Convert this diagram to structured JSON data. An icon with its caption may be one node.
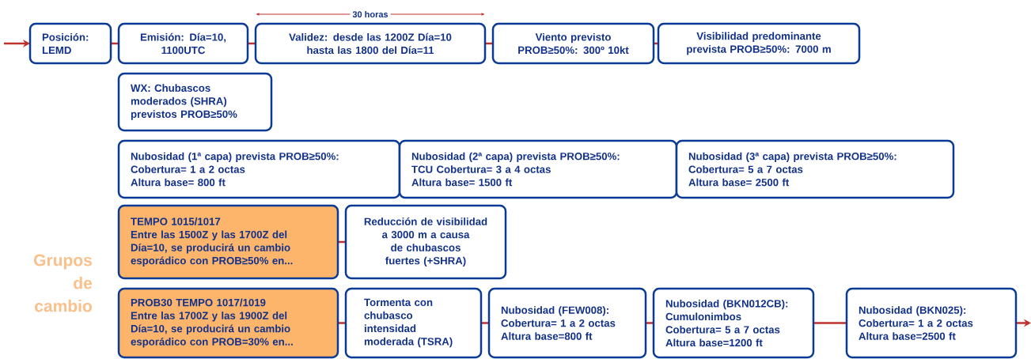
{
  "diagram": {
    "nodes": [
      {
        "text": [
          "Posición: LEMD"
        ]
      },
      {
        "text": [
          "Emisión: Día=10, 1100UTC"
        ]
      },
      {
        "text": [
          "Validez: desde las 1200Z Día=10 hasta las 1800 del Día=11"
        ]
      },
      {
        "text": [
          "Viento previsto PROB≥50%: 300º 10kt"
        ]
      },
      {
        "text": [
          "Visibilidad predominante prevista PROB≥50%: 7000 m"
        ]
      },
      {
        "text": [
          "WX: Chubascos moderados (SHRA) previstos PROB≥50%"
        ]
      },
      {
        "text": [
          "Nubosidad (1ª capa) prevista PROB≥50%:",
          "Cobertura= 1 a 2 octas",
          "Altura base= 800 ft"
        ]
      },
      {
        "text": [
          "Nubosidad (2ª capa) prevista PROB≥50%:",
          "TCU Cobertura= 3 a 4 octas",
          "Altura base= 1500 ft"
        ]
      },
      {
        "text": [
          "Nubosidad (3ª capa) prevista PROB≥50%:",
          "Cobertura= 5 a 7 octas",
          "Altura base= 2500 ft"
        ]
      },
      {
        "text": [
          "TEMPO 1015/1017",
          "Entre las 1500Z y las 1700Z del Día=10, se producirá un cambio esporádico con PROB≥50% en..."
        ]
      },
      {
        "text": [
          "Reducción de visibilidad a 3000 m a causa de chubascos fuertes (+SHRA)"
        ]
      },
      {
        "text": [
          "PROB30 TEMPO 1017/1019",
          "Entre las 1700Z y las 1900Z del Día=10, se producirá un cambio esporádico con PROB=30% en..."
        ]
      },
      {
        "text": [
          "Tormenta con chubasco intensidad moderada (TSRA)"
        ]
      },
      {
        "text": [
          "Nubosidad (FEW008):",
          "Cobertura= 1 a 2 octas",
          "Altura base=800 ft"
        ]
      },
      {
        "text": [
          "Nubosidad (BKN012CB):",
          "Cumulonimbos",
          "Cobertura= 5 a 7 octas",
          "Altura base=1200 ft"
        ]
      },
      {
        "text": [
          "Nubosidad (BKN025):",
          "Cobertura= 1 a 2 octas",
          "Altura base=2500 ft"
        ]
      }
    ],
    "edges": [
      {
        "from": null,
        "to": 0,
        "arrow": "to"
      },
      {
        "from": 0,
        "to": 1,
        "arrow": "none"
      },
      {
        "from": 1,
        "to": 2,
        "arrow": "none"
      },
      {
        "from": 2,
        "to": 3,
        "arrow": "none"
      },
      {
        "from": 3,
        "to": 4,
        "arrow": "none"
      },
      {
        "from": 9,
        "to": 10,
        "arrow": "none"
      },
      {
        "from": 11,
        "to": 12,
        "arrow": "none"
      },
      {
        "from": 12,
        "to": 13,
        "arrow": "none"
      },
      {
        "from": 13,
        "to": 14,
        "arrow": "none"
      },
      {
        "from": 14,
        "to": 15,
        "arrow": "none"
      },
      {
        "from": 15,
        "to": null,
        "arrow": "to"
      }
    ],
    "labels": [
      "30 horas",
      "Grupos de cambio"
    ]
  }
}
